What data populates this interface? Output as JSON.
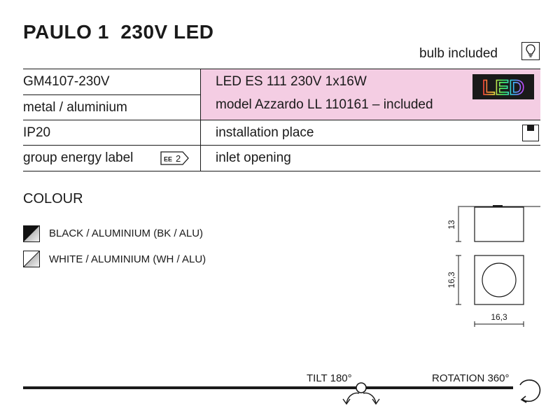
{
  "product": {
    "title": "PAULO 1  230V LED",
    "bulb_included": "bulb included"
  },
  "spec_rows": [
    {
      "left": "GM4107-230V",
      "right": "LED ES 111 230V 1x16W"
    },
    {
      "left": "metal / aluminium",
      "right": "model Azzardo LL 110161 – included"
    },
    {
      "left": "IP20",
      "right": "installation place"
    },
    {
      "left": "group energy label",
      "right": "inlet opening"
    }
  ],
  "energy_label": {
    "prefix": "EE",
    "value": "2"
  },
  "led_logo": "LED",
  "colour": {
    "heading": "COLOUR",
    "options": [
      {
        "label": "BLACK / ALUMINIUM (BK / ALU)",
        "swatch": "black-aluminium"
      },
      {
        "label": "WHITE / ALUMINIUM (WH / ALU)",
        "swatch": "white-aluminium"
      }
    ]
  },
  "dimensions": {
    "height": "13",
    "depth": "16,3",
    "width": "16,3"
  },
  "movement": {
    "tilt": "TILT 180°",
    "rotation": "ROTATION 360°"
  },
  "colors": {
    "highlight": "#f4cde3",
    "ink": "#1a1a1a"
  }
}
